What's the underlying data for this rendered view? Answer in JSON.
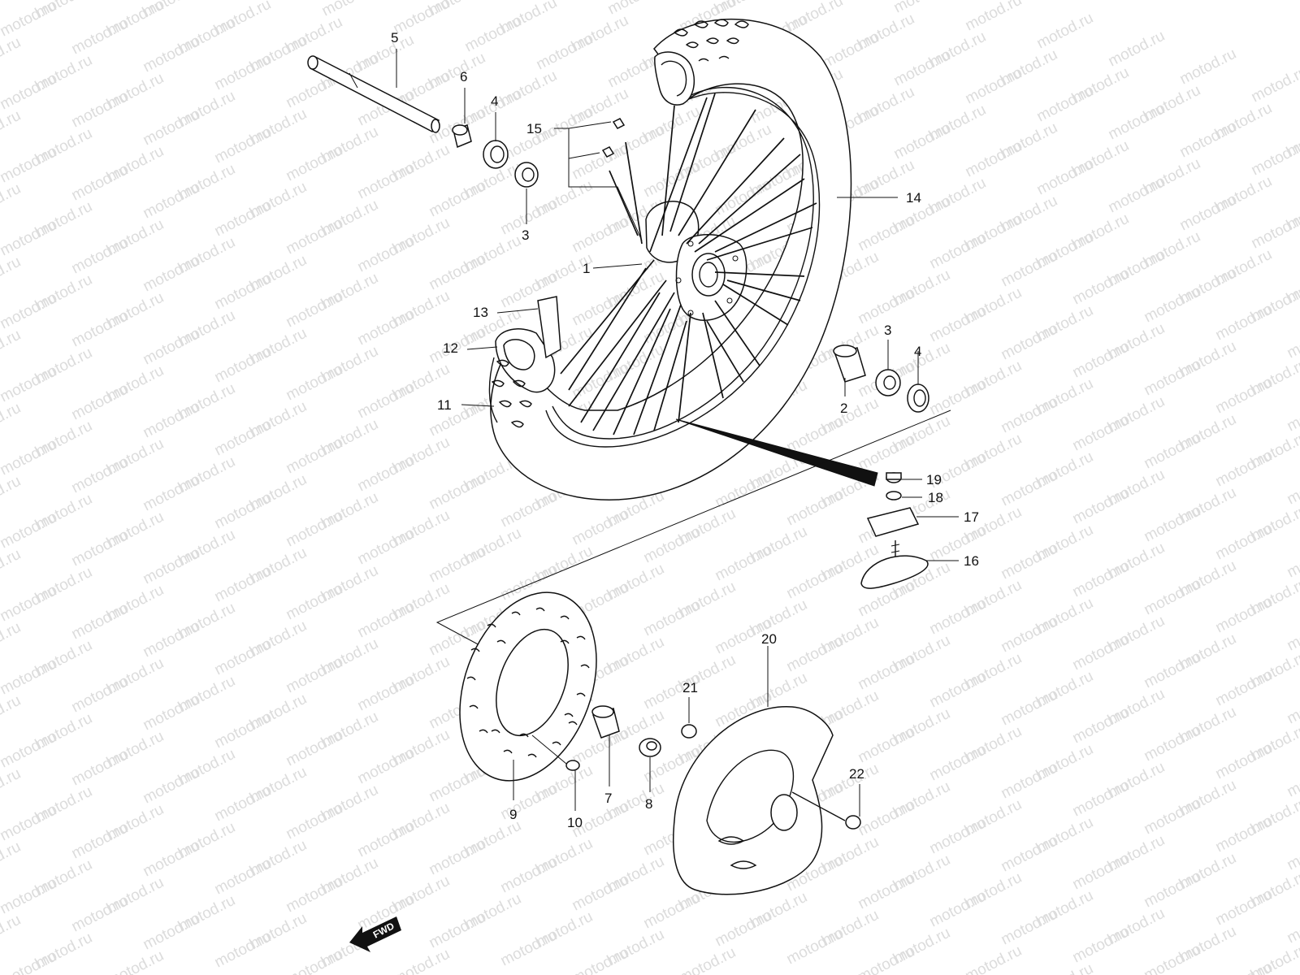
{
  "watermark": {
    "text": "motod.ru"
  },
  "fwd_arrow": {
    "label": "FWD"
  },
  "callouts": {
    "c1": "1",
    "c2": "2",
    "c3a": "3",
    "c3b": "3",
    "c4a": "4",
    "c4b": "4",
    "c5": "5",
    "c6": "6",
    "c7": "7",
    "c8": "8",
    "c9": "9",
    "c10": "10",
    "c11": "11",
    "c12": "12",
    "c13": "13",
    "c14": "14",
    "c15": "15",
    "c16": "16",
    "c17": "17",
    "c18": "18",
    "c19": "19",
    "c20": "20",
    "c21": "21",
    "c22": "22"
  }
}
